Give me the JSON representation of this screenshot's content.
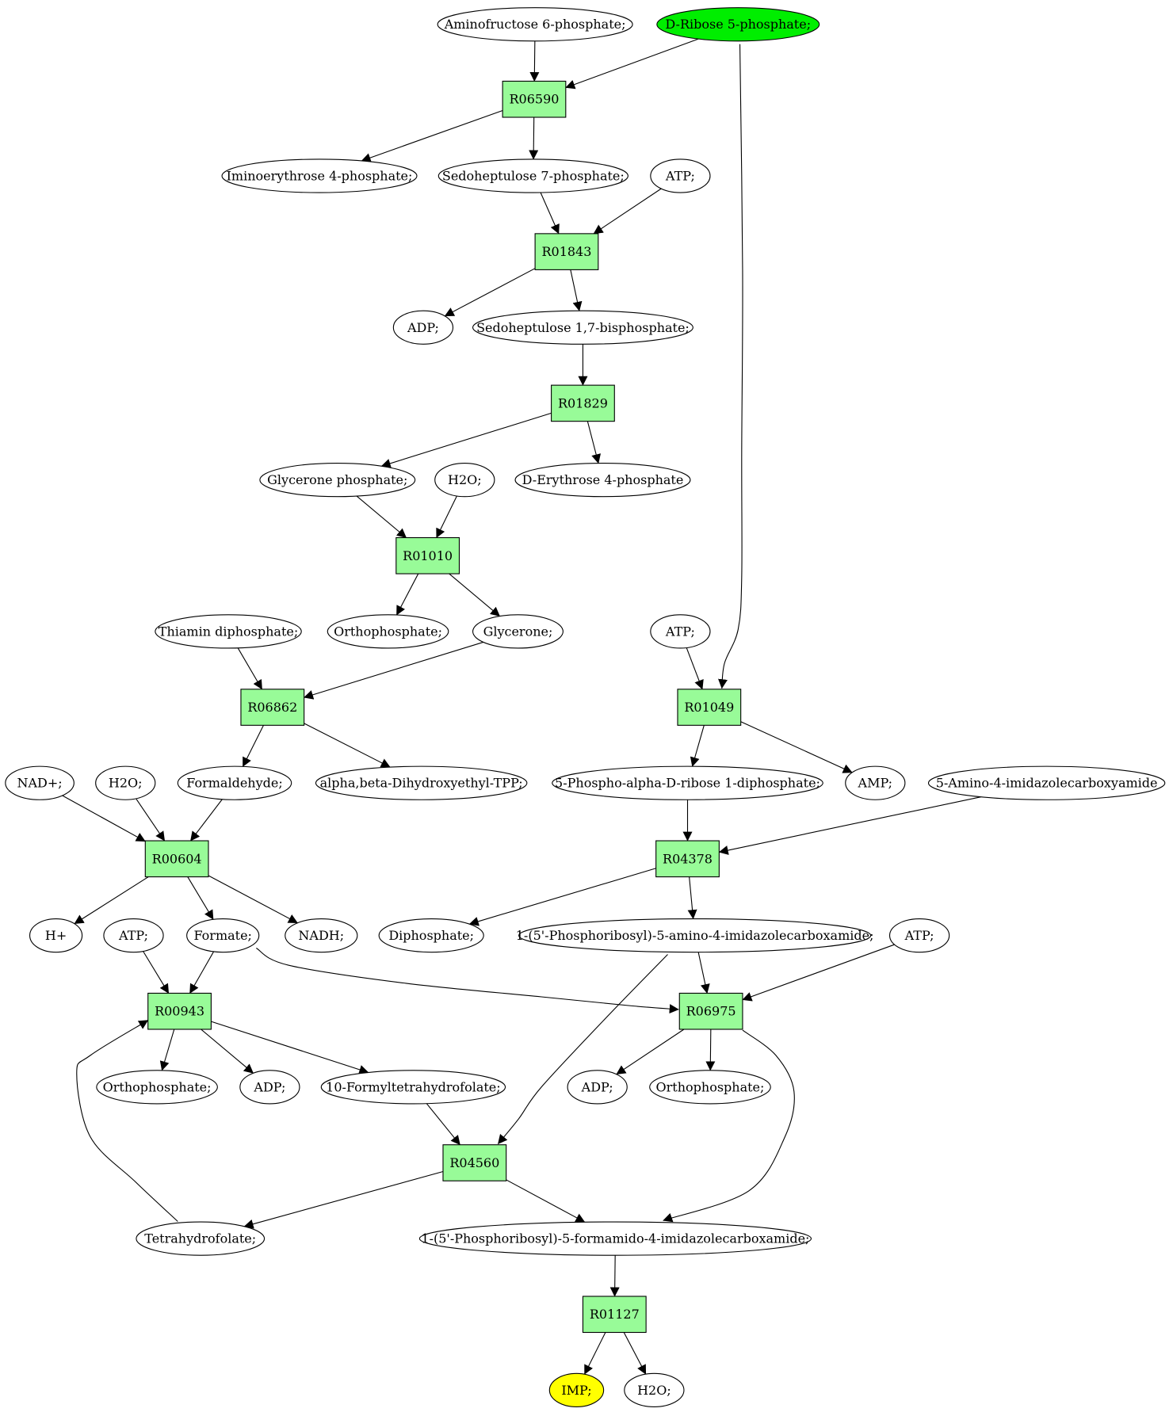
{
  "colors": {
    "reaction_fill": "#98fb98",
    "start_fill": "#00ee00",
    "end_fill": "#ffff00",
    "compound_fill": "#ffffff",
    "stroke": "#000000"
  },
  "nodes": [
    {
      "id": "aminofructose6p",
      "kind": "compound",
      "label": "Aminofructose 6-phosphate;"
    },
    {
      "id": "ribose5p",
      "kind": "start",
      "label": "D-Ribose 5-phosphate;"
    },
    {
      "id": "R06590",
      "kind": "reaction",
      "label": "R06590"
    },
    {
      "id": "iminoerythrose4p",
      "kind": "compound",
      "label": "Iminoerythrose 4-phosphate;"
    },
    {
      "id": "sedoheptulose7p",
      "kind": "compound",
      "label": "Sedoheptulose 7-phosphate;"
    },
    {
      "id": "atp1",
      "kind": "compound",
      "label": "ATP;"
    },
    {
      "id": "R01843",
      "kind": "reaction",
      "label": "R01843"
    },
    {
      "id": "adp1",
      "kind": "compound",
      "label": "ADP;"
    },
    {
      "id": "sedoheptulose17bp",
      "kind": "compound",
      "label": "Sedoheptulose 1,7-bisphosphate;"
    },
    {
      "id": "R01829",
      "kind": "reaction",
      "label": "R01829"
    },
    {
      "id": "glyceronep",
      "kind": "compound",
      "label": "Glycerone phosphate;"
    },
    {
      "id": "h2o1",
      "kind": "compound",
      "label": "H2O;"
    },
    {
      "id": "erythrose4p",
      "kind": "compound",
      "label": "D-Erythrose 4-phosphate"
    },
    {
      "id": "R01010",
      "kind": "reaction",
      "label": "R01010"
    },
    {
      "id": "thiamindp",
      "kind": "compound",
      "label": "Thiamin diphosphate;"
    },
    {
      "id": "orthophosphate1",
      "kind": "compound",
      "label": "Orthophosphate;"
    },
    {
      "id": "glycerone",
      "kind": "compound",
      "label": "Glycerone;"
    },
    {
      "id": "atp2",
      "kind": "compound",
      "label": "ATP;"
    },
    {
      "id": "R06862",
      "kind": "reaction",
      "label": "R06862"
    },
    {
      "id": "R01049",
      "kind": "reaction",
      "label": "R01049"
    },
    {
      "id": "nadplus",
      "kind": "compound",
      "label": "NAD+;"
    },
    {
      "id": "h2o2",
      "kind": "compound",
      "label": "H2O;"
    },
    {
      "id": "formaldehyde",
      "kind": "compound",
      "label": "Formaldehyde;"
    },
    {
      "id": "dihydroxyethyltpp",
      "kind": "compound",
      "label": "alpha,beta-Dihydroxyethyl-TPP;"
    },
    {
      "id": "prpp",
      "kind": "compound",
      "label": "5-Phospho-alpha-D-ribose 1-diphosphate;"
    },
    {
      "id": "amp",
      "kind": "compound",
      "label": "AMP;"
    },
    {
      "id": "aica",
      "kind": "compound",
      "label": "5-Amino-4-imidazolecarboxyamide"
    },
    {
      "id": "R00604",
      "kind": "reaction",
      "label": "R00604"
    },
    {
      "id": "R04378",
      "kind": "reaction",
      "label": "R04378"
    },
    {
      "id": "hplus",
      "kind": "compound",
      "label": "H+"
    },
    {
      "id": "atp3",
      "kind": "compound",
      "label": "ATP;"
    },
    {
      "id": "formate",
      "kind": "compound",
      "label": "Formate;"
    },
    {
      "id": "nadh",
      "kind": "compound",
      "label": "NADH;"
    },
    {
      "id": "diphosphate",
      "kind": "compound",
      "label": "Diphosphate;"
    },
    {
      "id": "aicar",
      "kind": "compound",
      "label": "1-(5'-Phosphoribosyl)-5-amino-4-imidazolecarboxamide;"
    },
    {
      "id": "atp4",
      "kind": "compound",
      "label": "ATP;"
    },
    {
      "id": "R00943",
      "kind": "reaction",
      "label": "R00943"
    },
    {
      "id": "R06975",
      "kind": "reaction",
      "label": "R06975"
    },
    {
      "id": "orthophosphate2",
      "kind": "compound",
      "label": "Orthophosphate;"
    },
    {
      "id": "adp2",
      "kind": "compound",
      "label": "ADP;"
    },
    {
      "id": "formylthf",
      "kind": "compound",
      "label": "10-Formyltetrahydrofolate;"
    },
    {
      "id": "adp3",
      "kind": "compound",
      "label": "ADP;"
    },
    {
      "id": "orthophosphate3",
      "kind": "compound",
      "label": "Orthophosphate;"
    },
    {
      "id": "R04560",
      "kind": "reaction",
      "label": "R04560"
    },
    {
      "id": "thf",
      "kind": "compound",
      "label": "Tetrahydrofolate;"
    },
    {
      "id": "faicar",
      "kind": "compound",
      "label": "1-(5'-Phosphoribosyl)-5-formamido-4-imidazolecarboxamide;"
    },
    {
      "id": "R01127",
      "kind": "reaction",
      "label": "R01127"
    },
    {
      "id": "imp",
      "kind": "end",
      "label": "IMP;"
    },
    {
      "id": "h2o3",
      "kind": "compound",
      "label": "H2O;"
    }
  ],
  "edges": [
    {
      "from": "aminofructose6p",
      "to": "R06590"
    },
    {
      "from": "ribose5p",
      "to": "R06590"
    },
    {
      "from": "ribose5p",
      "to": "R01049"
    },
    {
      "from": "R06590",
      "to": "iminoerythrose4p"
    },
    {
      "from": "R06590",
      "to": "sedoheptulose7p"
    },
    {
      "from": "sedoheptulose7p",
      "to": "R01843"
    },
    {
      "from": "atp1",
      "to": "R01843"
    },
    {
      "from": "R01843",
      "to": "adp1"
    },
    {
      "from": "R01843",
      "to": "sedoheptulose17bp"
    },
    {
      "from": "sedoheptulose17bp",
      "to": "R01829"
    },
    {
      "from": "R01829",
      "to": "glyceronep"
    },
    {
      "from": "R01829",
      "to": "erythrose4p"
    },
    {
      "from": "glyceronep",
      "to": "R01010"
    },
    {
      "from": "h2o1",
      "to": "R01010"
    },
    {
      "from": "R01010",
      "to": "orthophosphate1"
    },
    {
      "from": "R01010",
      "to": "glycerone"
    },
    {
      "from": "thiamindp",
      "to": "R06862"
    },
    {
      "from": "glycerone",
      "to": "R06862"
    },
    {
      "from": "atp2",
      "to": "R01049"
    },
    {
      "from": "R06862",
      "to": "formaldehyde"
    },
    {
      "from": "R06862",
      "to": "dihydroxyethyltpp"
    },
    {
      "from": "R01049",
      "to": "prpp"
    },
    {
      "from": "R01049",
      "to": "amp"
    },
    {
      "from": "nadplus",
      "to": "R00604"
    },
    {
      "from": "h2o2",
      "to": "R00604"
    },
    {
      "from": "formaldehyde",
      "to": "R00604"
    },
    {
      "from": "prpp",
      "to": "R04378"
    },
    {
      "from": "aica",
      "to": "R04378"
    },
    {
      "from": "R00604",
      "to": "hplus"
    },
    {
      "from": "R00604",
      "to": "formate"
    },
    {
      "from": "R00604",
      "to": "nadh"
    },
    {
      "from": "R04378",
      "to": "diphosphate"
    },
    {
      "from": "R04378",
      "to": "aicar"
    },
    {
      "from": "atp3",
      "to": "R00943"
    },
    {
      "from": "formate",
      "to": "R00943"
    },
    {
      "from": "formate",
      "to": "R06975"
    },
    {
      "from": "aicar",
      "to": "R06975"
    },
    {
      "from": "aicar",
      "to": "R04560"
    },
    {
      "from": "atp4",
      "to": "R06975"
    },
    {
      "from": "R00943",
      "to": "orthophosphate2"
    },
    {
      "from": "R00943",
      "to": "adp2"
    },
    {
      "from": "R00943",
      "to": "formylthf"
    },
    {
      "from": "R06975",
      "to": "adp3"
    },
    {
      "from": "R06975",
      "to": "orthophosphate3"
    },
    {
      "from": "R06975",
      "to": "faicar"
    },
    {
      "from": "formylthf",
      "to": "R04560"
    },
    {
      "from": "R04560",
      "to": "thf"
    },
    {
      "from": "R04560",
      "to": "faicar"
    },
    {
      "from": "thf",
      "to": "R00943"
    },
    {
      "from": "faicar",
      "to": "R01127"
    },
    {
      "from": "R01127",
      "to": "imp"
    },
    {
      "from": "R01127",
      "to": "h2o3"
    }
  ]
}
